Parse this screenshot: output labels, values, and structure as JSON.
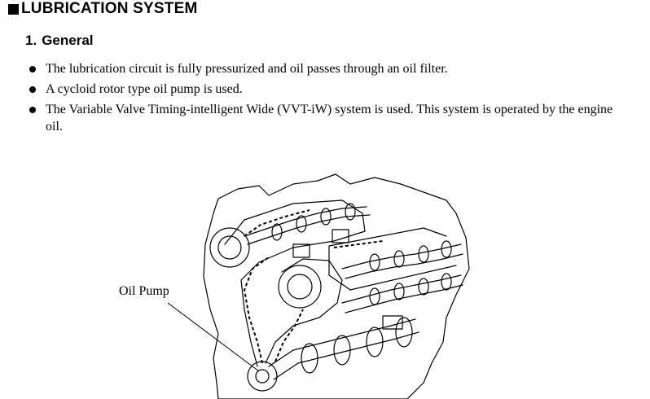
{
  "header": {
    "title": "LUBRICATION SYSTEM"
  },
  "section": {
    "number": "1.",
    "title": "General"
  },
  "bullets": [
    {
      "text": "The lubrication circuit is fully pressurized and oil passes through an oil filter."
    },
    {
      "text": "A cycloid rotor type oil pump is used."
    },
    {
      "text": "The Variable Valve Timing-intelligent Wide (VVT-iW) system is used. This system is operated by the engine oil."
    }
  ],
  "figure": {
    "callout_label": "Oil Pump"
  },
  "colors": {
    "text": "#000000",
    "background": "#ffffff"
  }
}
